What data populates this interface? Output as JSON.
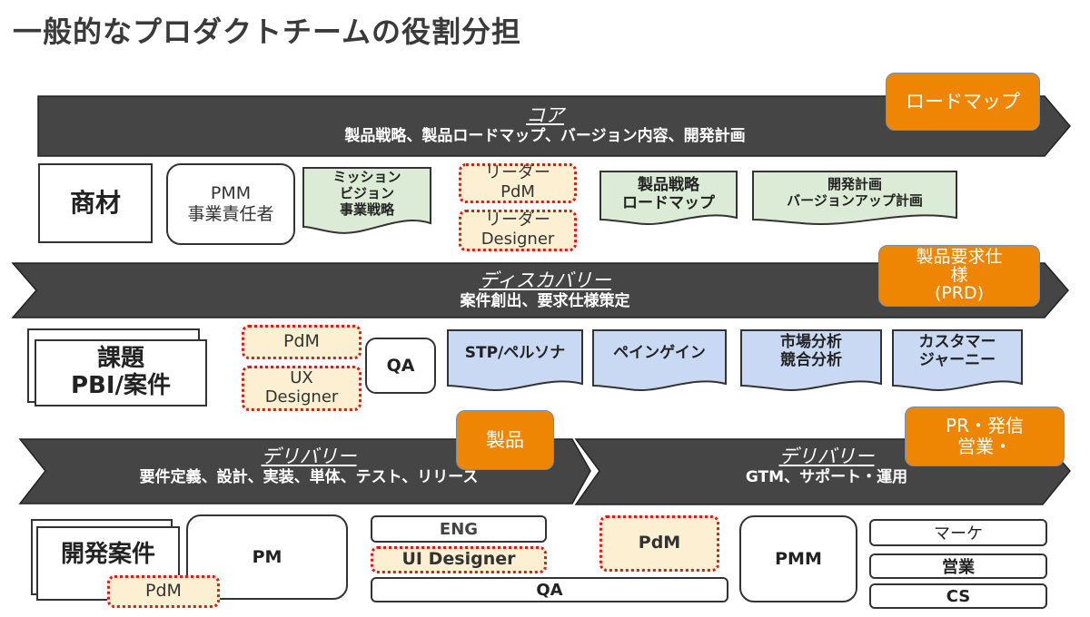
{
  "title": "一般的なプロダクトチームの役割分担",
  "colors": {
    "band": "#454545",
    "milestone": "#ee8604",
    "green_doc": "#dcebd5",
    "blue_doc": "#c9d9f3",
    "dotted_fill": "#fdefd2",
    "dotted_border": "#e01a1a"
  },
  "core": {
    "heading": "コア",
    "subtitle": "製品戦略、製品ロードマップ、バージョン内容、開発計画",
    "milestone": "ロードマップ",
    "artifact": "商材",
    "roles": {
      "pmm": "PMM",
      "pmm_sub": "事業責任者",
      "leader_pdm_line1": "リーダー",
      "leader_pdm_line2": "PdM",
      "leader_designer_line1": "リーダー",
      "leader_designer_line2": "Designer"
    },
    "docs": [
      {
        "lines": [
          "ミッション",
          "ビジョン",
          "事業戦略"
        ]
      },
      {
        "lines": [
          "製品戦略",
          "ロードマップ"
        ]
      },
      {
        "lines": [
          "開発計画",
          "バージョンアップ計画"
        ]
      }
    ]
  },
  "discovery": {
    "heading": "ディスカバリー",
    "subtitle": "案件創出、要求仕様策定",
    "milestone_lines": [
      "製品要求仕",
      "様",
      "(PRD)"
    ],
    "artifact_line1": "課題",
    "artifact_line2": "PBI/案件",
    "roles": {
      "pdm": "PdM",
      "ux_line1": "UX",
      "ux_line2": "Designer",
      "qa": "QA"
    },
    "docs": [
      {
        "lines": [
          "STP/ペルソナ"
        ]
      },
      {
        "lines": [
          "ペインゲイン"
        ]
      },
      {
        "lines": [
          "市場分析",
          "競合分析"
        ]
      },
      {
        "lines": [
          "カスタマー",
          "ジャーニー"
        ]
      }
    ]
  },
  "delivery_dev": {
    "heading": "デリバリー",
    "subtitle": "要件定義、設計、実装、単体、テスト、リリース",
    "milestone": "製品",
    "artifact": "開発案件",
    "roles": {
      "pdm": "PdM",
      "pm": "PM",
      "eng": "ENG",
      "ui_designer": "UI Designer",
      "qa": "QA"
    }
  },
  "delivery_gtm": {
    "heading": "デリバリー",
    "subtitle": "GTM、サポート・運用",
    "milestone_lines": [
      "PR・発信",
      "営業・"
    ],
    "roles": {
      "pdm": "PdM",
      "pmm": "PMM",
      "marketing": "マーケ",
      "sales": "営業",
      "cs": "CS"
    }
  }
}
